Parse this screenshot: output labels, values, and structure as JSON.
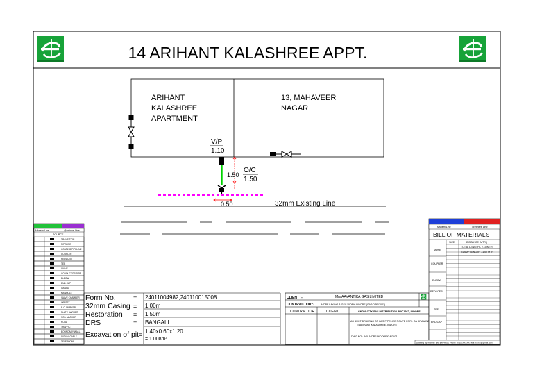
{
  "title": "14 ARIHANT KALASHREE APPT.",
  "plan": {
    "building_left": [
      "ARIHANT",
      "KALASHREE",
      "APARTMENT"
    ],
    "building_right": [
      "13, MAHAVEER",
      "NAGAR"
    ],
    "vp_label": "V/P",
    "vp_value": "1.10",
    "riser_value": "1.50",
    "oc_label": "O/C",
    "oc_value": "1.50",
    "offset_value": "0.50",
    "existing_line": "32mm Existing Line"
  },
  "legend": {
    "header_left": "Mfalem Line",
    "header_right": "@Inthere Line",
    "subheader": "SOURCE",
    "items": [
      "TRANSITION",
      "PIPELINE",
      "COATING PIPELINE",
      "COUPLER",
      "REDUCER",
      "TEE",
      "VALVE",
      "CONDUCTOR PIPE",
      "ELBOW",
      "END CAP",
      "CASING",
      "MANHOLE",
      "VALVE CHAMBER",
      "OFFSET",
      "R.C. MARKER",
      "PLATE MARKER",
      "SOIL MARKER",
      "ROAD",
      "TRAFFIC",
      "BOUNDARY WALL",
      "SIGNAL CABLE",
      "TELEPHONE"
    ]
  },
  "form": {
    "rows": [
      {
        "label": "Form No.",
        "eq": "=",
        "value": "24011004982,240110015008"
      },
      {
        "label": "32mm Casing",
        "eq": "=",
        "value": "1.00m"
      },
      {
        "label": "Restoration",
        "eq": "=",
        "value": "1.50m"
      },
      {
        "label": "DRS",
        "eq": "=",
        "value": "BANGALI"
      },
      {
        "label": "Excavation of pit",
        "eq": "=",
        "value": "1.40x0.60x1.20",
        "value2": "= 1.008m³"
      }
    ]
  },
  "client_box": {
    "client_label": "CLIENT :-",
    "client_value": "M/s AAVANTIKA GAS LIMITED",
    "contractor_label": "CONTRACTOR :-",
    "contractor_value": "MDPE LAYING & GSC WORK INDORE (GAS/DPR/2021)",
    "col_contractor": "CONTRACTOR",
    "col_client": "CLIENT",
    "project_line": "CNG & CITY GAS DISTRIBUTION PROJECT, INDORE",
    "desc_line1": "AS BUILT DRAWING OF GAS PIPELINE ROUTE FOR : GA DRAWING",
    "desc_line2": "= ARIHANT KALASHREE, INDORE",
    "dwg_line": "DWG NO.: AGL/MDPE/INDORE/GA/2021"
  },
  "bom": {
    "legend_left": "Mfalem Line",
    "legend_right": "@Inthere Line",
    "title": "BILL OF MATERIALS",
    "col_size": "SIZE",
    "col_distance": "DISTANCE (MTR)",
    "groups": [
      "MDPE",
      "COUPLER",
      "ELBOW",
      "REDUCER",
      "TEE",
      "END CAP"
    ],
    "mdpe_lines": [
      "TOTAL LENGTH - 2.10 MTR",
      "CLAMP LENGTH - 1.00 MTR"
    ],
    "footer": "Drawing By: ANANT ENTERPRISE  Phone: 9755XXXXXX  Mail: XXXX@gmail.com"
  },
  "colors": {
    "logo_green": "#17a339",
    "pipe_green": "#00d200",
    "proposed_magenta": "#ff00ff",
    "marker_red": "#ff0000",
    "legend_purple": "#9a2fd1",
    "legend_red": "#e02020",
    "bom_blue": "#1e3fd8"
  }
}
